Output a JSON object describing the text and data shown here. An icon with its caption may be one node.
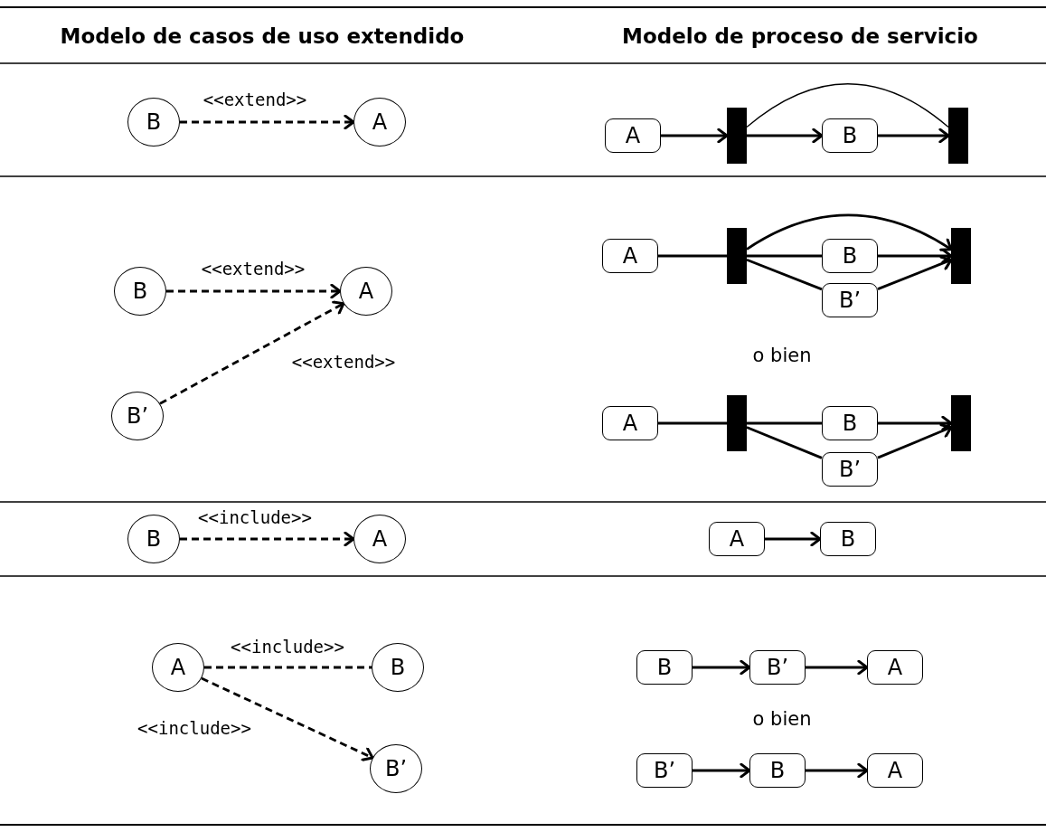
{
  "diagram": {
    "nodes": [
      {
        "text": [
          "B"
        ]
      },
      {
        "text": [
          "A"
        ]
      },
      {
        "text": [
          "A"
        ]
      },
      {
        "text": [],
        "shape": "bar"
      },
      {
        "text": [
          "B"
        ]
      },
      {
        "text": [],
        "shape": "bar"
      },
      {
        "text": [
          "B"
        ]
      },
      {
        "text": [
          "A"
        ]
      },
      {
        "text": [
          "B’"
        ]
      },
      {
        "text": [
          "A"
        ]
      },
      {
        "text": [],
        "shape": "bar"
      },
      {
        "text": [
          "B"
        ]
      },
      {
        "text": [
          "B’"
        ]
      },
      {
        "text": [],
        "shape": "bar"
      },
      {
        "text": [
          "A"
        ]
      },
      {
        "text": [],
        "shape": "bar"
      },
      {
        "text": [
          "B"
        ]
      },
      {
        "text": [
          "B’"
        ]
      },
      {
        "text": [],
        "shape": "bar"
      },
      {
        "text": [
          "B"
        ]
      },
      {
        "text": [
          "A"
        ]
      },
      {
        "text": [
          "A"
        ]
      },
      {
        "text": [
          "B"
        ]
      },
      {
        "text": [
          "A"
        ]
      },
      {
        "text": [
          "B"
        ]
      },
      {
        "text": [
          "B’"
        ]
      },
      {
        "text": [
          "B"
        ]
      },
      {
        "text": [
          "B’"
        ]
      },
      {
        "text": [
          "A"
        ]
      },
      {
        "text": [
          "B’"
        ]
      },
      {
        "text": [
          "B"
        ]
      },
      {
        "text": [
          "A"
        ]
      }
    ],
    "edges": [
      {
        "from": 0,
        "to": 1,
        "arrow": "to",
        "style": "dashed",
        "label": "<<extend>>"
      },
      {
        "from": 2,
        "to": 3,
        "arrow": "to"
      },
      {
        "from": 3,
        "to": 4,
        "arrow": "to"
      },
      {
        "from": 4,
        "to": 5,
        "arrow": "to"
      },
      {
        "from": 3,
        "to": 5,
        "arrow": "none"
      },
      {
        "from": 6,
        "to": 7,
        "arrow": "to",
        "style": "dashed",
        "label": "<<extend>>"
      },
      {
        "from": 8,
        "to": 7,
        "arrow": "to",
        "style": "dashed",
        "label": "<<extend>>"
      },
      {
        "from": 9,
        "to": 10,
        "arrow": "none"
      },
      {
        "from": 10,
        "to": 13,
        "arrow": "to"
      },
      {
        "from": 10,
        "to": 11,
        "arrow": "none"
      },
      {
        "from": 11,
        "to": 13,
        "arrow": "to"
      },
      {
        "from": 10,
        "to": 12,
        "arrow": "none"
      },
      {
        "from": 12,
        "to": 13,
        "arrow": "to"
      },
      {
        "from": 14,
        "to": 15,
        "arrow": "none"
      },
      {
        "from": 15,
        "to": 16,
        "arrow": "none"
      },
      {
        "from": 16,
        "to": 18,
        "arrow": "to"
      },
      {
        "from": 15,
        "to": 17,
        "arrow": "none"
      },
      {
        "from": 17,
        "to": 18,
        "arrow": "to"
      },
      {
        "from": 19,
        "to": 20,
        "arrow": "to",
        "style": "dashed",
        "label": "<<include>>"
      },
      {
        "from": 21,
        "to": 22,
        "arrow": "to"
      },
      {
        "from": 23,
        "to": 24,
        "arrow": "none",
        "style": "dashed",
        "label": "<<include>>"
      },
      {
        "from": 23,
        "to": 25,
        "arrow": "to",
        "style": "dashed",
        "label": "<<include>>"
      },
      {
        "from": 26,
        "to": 27,
        "arrow": "to"
      },
      {
        "from": 27,
        "to": 28,
        "arrow": "to"
      },
      {
        "from": 29,
        "to": 30,
        "arrow": "to"
      },
      {
        "from": 30,
        "to": 31,
        "arrow": "to"
      }
    ],
    "labels": [
      "Modelo de casos de uso extendido",
      "Modelo de proceso de servicio",
      "o bien",
      "o bien"
    ]
  }
}
